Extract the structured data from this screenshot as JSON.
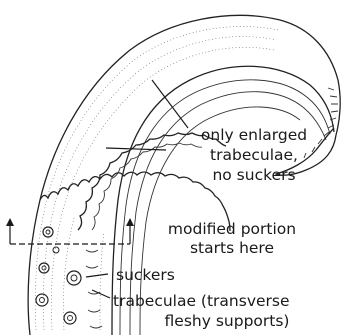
{
  "labels": {
    "trabeculae_line1": "only enlarged",
    "trabeculae_line2": "trabeculae,",
    "trabeculae_line3": "no suckers",
    "modified_line1": "modified portion",
    "modified_line2": "starts here",
    "suckers": "suckers",
    "supports_line1": "trabeculae (transverse",
    "supports_line2": "fleshy supports)"
  }
}
